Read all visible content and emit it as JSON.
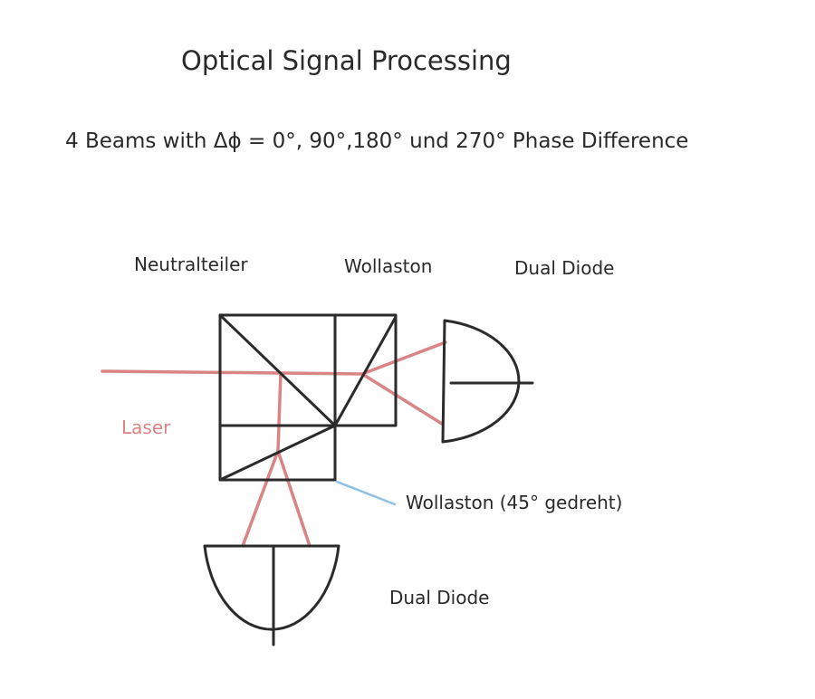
{
  "title": "Optical Signal Processing",
  "subtitle": "4 Beams with  Δϕ = 0°, 90°,180° und 270° Phase Difference",
  "labels": {
    "neutralteiler": "Neutralteiler",
    "wollaston": "Wollaston",
    "dual_diode_right": "Dual Diode",
    "laser": "Laser",
    "wollaston_rotated": "Wollaston (45° gedreht)",
    "dual_diode_bottom": "Dual Diode"
  },
  "colors": {
    "beam": "#d98585",
    "outline": "#2b2b2b",
    "pointer": "#8fc0e6"
  }
}
